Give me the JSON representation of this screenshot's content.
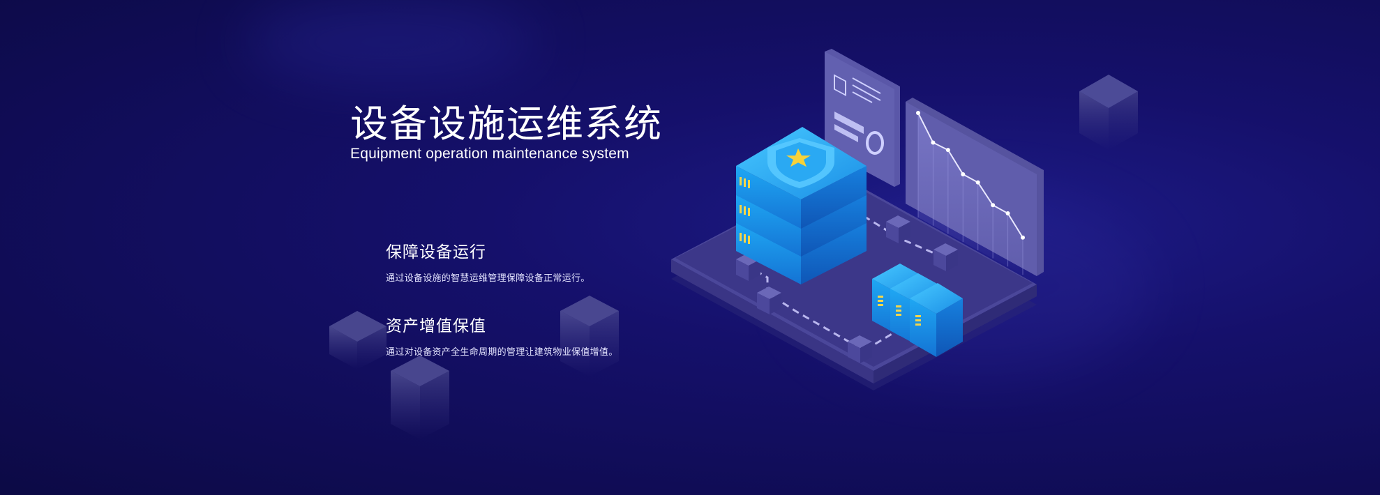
{
  "hero": {
    "title": "设备设施运维系统",
    "subtitle": "Equipment operation maintenance system"
  },
  "features": [
    {
      "title": "保障设备运行",
      "description": "通过设备设施的智慧运维管理保障设备正常运行。"
    },
    {
      "title": "资产增值保值",
      "description": "通过对设备资产全生命周期的管理让建筑物业保值增值。"
    }
  ],
  "chart_data": {
    "type": "line",
    "values": [
      100,
      72,
      73,
      52,
      52,
      33,
      33,
      12
    ]
  },
  "colors": {
    "background": "#120e5e",
    "platform": "#3a3586",
    "server_blue": "#1fa4f0",
    "panel": "#4e4a99",
    "accent_star": "#f7d23a"
  }
}
